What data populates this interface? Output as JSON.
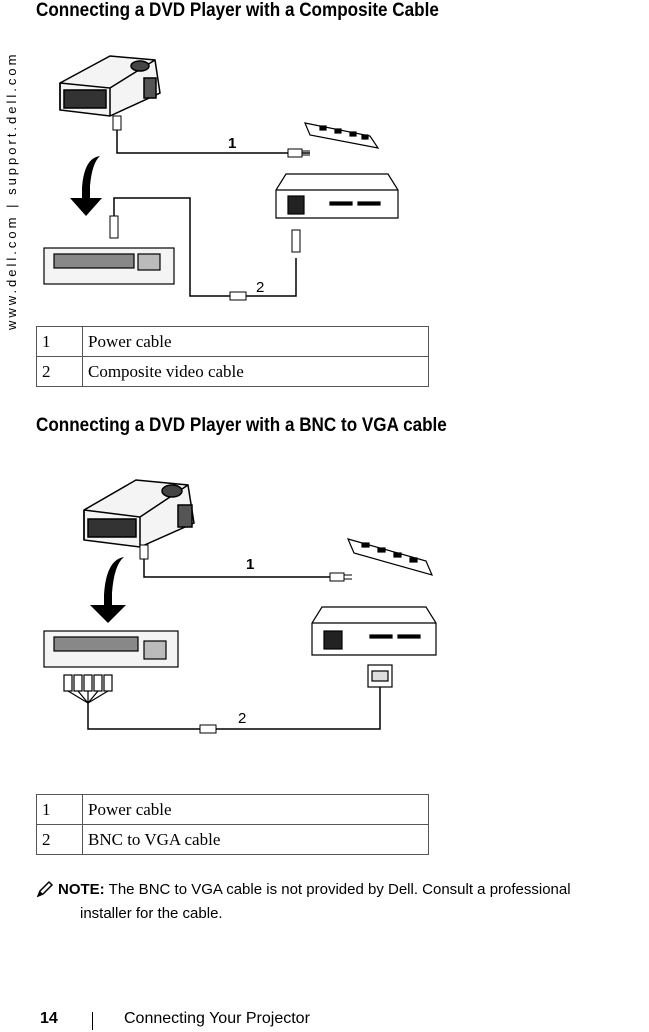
{
  "sidebar": {
    "url": "www.dell.com | support.dell.com"
  },
  "section1": {
    "heading": "Connecting a DVD Player with a Composite Cable",
    "callouts": [
      "1",
      "2"
    ],
    "legend": [
      {
        "num": "1",
        "label": "Power cable"
      },
      {
        "num": "2",
        "label": "Composite video cable"
      }
    ]
  },
  "section2": {
    "heading": "Connecting a DVD Player with a BNC to VGA cable",
    "callouts": [
      "1",
      "2"
    ],
    "legend": [
      {
        "num": "1",
        "label": "Power cable"
      },
      {
        "num": "2",
        "label": "BNC to VGA cable"
      }
    ]
  },
  "note": {
    "label": "NOTE:",
    "text": "The BNC to VGA cable is not provided by Dell. Consult a professional",
    "text2": "installer for the cable."
  },
  "footer": {
    "page_number": "14",
    "chapter": "Connecting Your Projector"
  }
}
